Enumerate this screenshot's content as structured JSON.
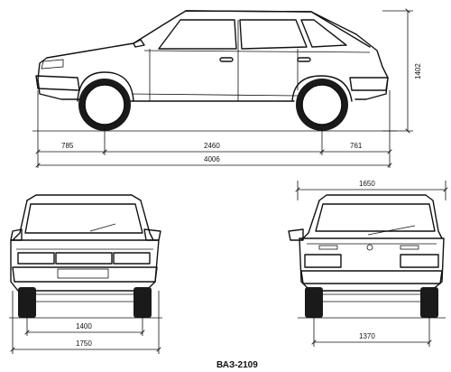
{
  "model_label": "ВАЗ-2109",
  "side_view": {
    "front_overhang": "785",
    "wheelbase": "2460",
    "rear_overhang": "761",
    "overall_length": "4006",
    "height": "1402"
  },
  "front_view": {
    "front_track": "1400",
    "overall_width": "1750"
  },
  "rear_view": {
    "roof_width": "1650",
    "rear_track": "1370"
  }
}
